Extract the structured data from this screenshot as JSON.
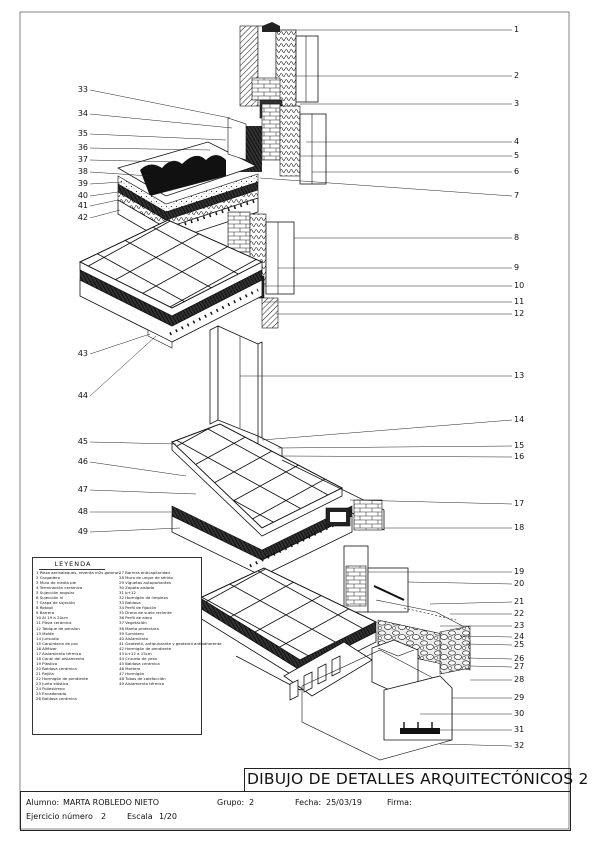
{
  "callouts_right": [
    "1",
    "2",
    "3",
    "4",
    "5",
    "6",
    "7",
    "8",
    "9",
    "10",
    "11",
    "12",
    "13",
    "14",
    "15",
    "16",
    "17",
    "18",
    "19",
    "20",
    "21",
    "22",
    "23",
    "24",
    "25",
    "26",
    "27",
    "28",
    "29",
    "30",
    "31",
    "32"
  ],
  "callouts_left": [
    "33",
    "34",
    "35",
    "36",
    "37",
    "38",
    "39",
    "40",
    "41",
    "42",
    "43",
    "44",
    "45",
    "46",
    "47",
    "48",
    "49"
  ],
  "legend": {
    "title": "LEYENDA",
    "col_a": [
      "1 Pieza aerinaleques, reventa m2s goteron",
      "2 Cargadero",
      "3 Muro de media pie",
      "4 Terminación cerámica",
      "5 Sujección angular",
      "6 Sujección ni",
      "7 Grapa de sujeción",
      "8 Rotopil",
      "9 Barrera",
      "10 Al 19 a 20cm",
      "11 Pieza cerámica",
      "12 Tabique de pension",
      "13 Molde",
      "14 Jurisudio",
      "15 Carpintería de pvc",
      "16 Alféizar",
      "17 Aislamiento térmico",
      "18 Canal del aislamiento",
      "19 Plástico",
      "20 Baldosa cerámica",
      "21 Rejilla",
      "22 Hormigón de pendiente",
      "23 Junta elástica",
      "24 Poliestireno",
      "25 Encadenado",
      "26 Baldosa cerámica"
    ],
    "col_b": [
      "27 Barrera anticapilaridad",
      "28 Muro de urque de sérido",
      "29 Viguetas autoportantes",
      "30 Zapata aislada",
      "31 b+12",
      "32 Hormigón de limpieza",
      "33 Baldosa",
      "34 Perfil de fijación",
      "35 Dreno de suelo reciente",
      "36 Perfil de alero",
      "37 Vegetación",
      "38 Manta protectora",
      "39 Sumidero",
      "40 Aislamiento",
      "41 Geotextil, antipunzante y geotextil antiadherente",
      "42 Hormigón de pendiente",
      "43 b+12 a 15cm",
      "44 Cruceta de yeso",
      "45 Baldosa cerámica",
      "46 Mortero",
      "47 Hormigón",
      "48 Tubos de calefacción",
      "49 Aislamiento térmico"
    ]
  },
  "title_block": {
    "title": "DIBUJO DE DETALLES ARQUITECTÓNICOS 2",
    "student_label": "Alumno:",
    "student_name": "MARTA ROBLEDO NIETO",
    "group_label": "Grupo:",
    "group_value": "2",
    "date_label": "Fecha:",
    "date_value": "25/03/19",
    "signature_label": "Firma:",
    "exercise_label": "Ejercicio número",
    "exercise_value": "2",
    "scale_label": "Escala",
    "scale_value": "1/20"
  }
}
